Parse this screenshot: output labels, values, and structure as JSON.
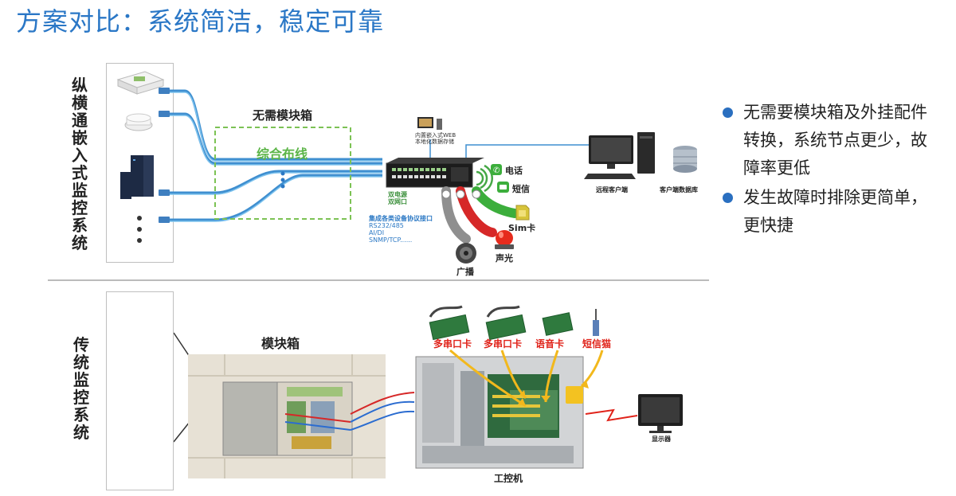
{
  "title": "方案对比：系统简洁，稳定可靠",
  "top": {
    "label": "纵横通嵌入式监控系统",
    "no_module_box": "无需模块箱",
    "integrated_wiring": "综合布线",
    "dual_power": "双电源",
    "dual_network": "双网口",
    "web_line1": "内置嵌入式WEB",
    "web_line2": "本地化数据存储",
    "protocol_title": "集成各类设备协议接口",
    "protocols": [
      "RS232/485",
      "AI/DI",
      "SNMP/TCP......"
    ],
    "outputs": {
      "phone": "电话",
      "sms": "短信",
      "sim": "Sim卡",
      "sound_light": "声光",
      "broadcast": "广播"
    },
    "remote_client": "远程客户端",
    "client_db": "客户端数据库"
  },
  "bottom": {
    "label": "传统监控系统",
    "module_box": "模块箱",
    "ipc": "工控机",
    "cards": [
      "多串口卡",
      "多串口卡",
      "语音卡",
      "短信猫"
    ],
    "monitor": "显示器"
  },
  "bullets": [
    "无需要模块箱及外挂配件转换，系统节点更少，故障率更低",
    "发生故障时排除更简单，更快捷"
  ],
  "colors": {
    "title": "#2a77c6",
    "cable": "#3f8fd0",
    "dashed_box": "#7cc254",
    "arrow_yellow": "#f2b81c",
    "card_label": "#e0231a",
    "bullet": "#2a6fc0"
  }
}
